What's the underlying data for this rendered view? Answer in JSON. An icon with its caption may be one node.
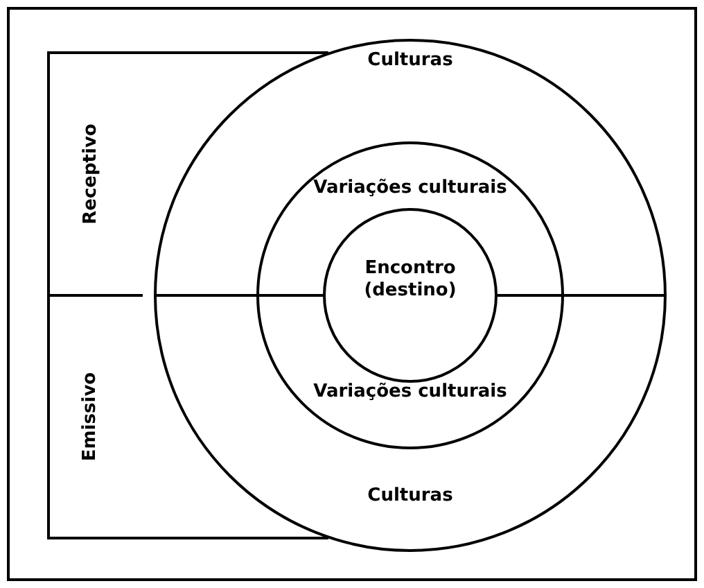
{
  "diagram": {
    "nodes": [
      {
        "text": [
          "Culturas",
          "Culturas"
        ]
      },
      {
        "text": [
          "Variações culturais",
          "Variações culturais"
        ],
        "in": 0
      },
      {
        "text": [
          "Encontro (destino)"
        ],
        "in": 1
      }
    ],
    "labels": [
      "Receptivo",
      "Emissivo"
    ]
  }
}
